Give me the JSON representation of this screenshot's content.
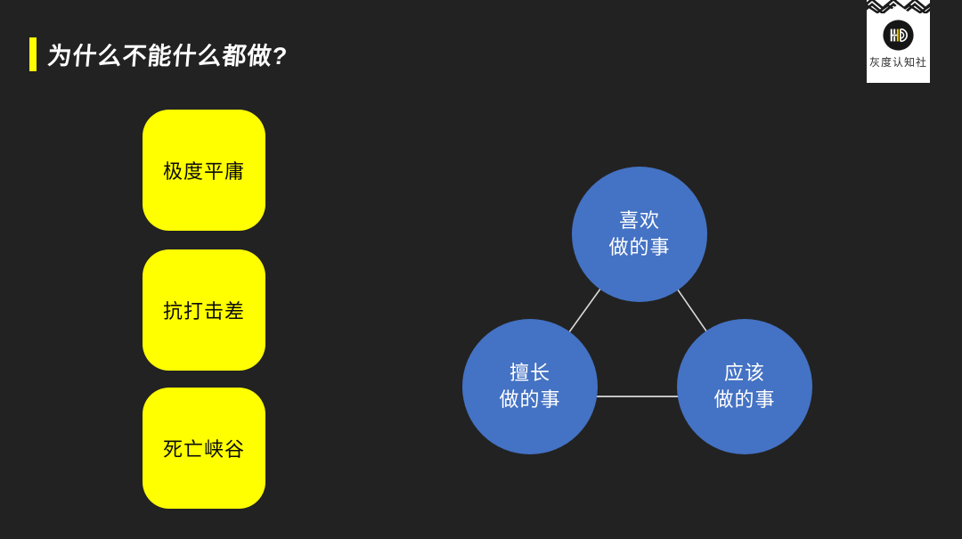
{
  "slide": {
    "title": "为什么不能什么都做?",
    "background_color": "#222222",
    "accent_color": "#FFFF00"
  },
  "left_boxes": [
    {
      "label": "极度平庸"
    },
    {
      "label": "抗打击差"
    },
    {
      "label": "死亡峡谷"
    }
  ],
  "diagram": {
    "circle_color": "#4472C4",
    "line_color": "#DBDBDB",
    "circles": [
      {
        "id": "top",
        "line1": "喜欢",
        "line2": "做的事"
      },
      {
        "id": "left",
        "line1": "擅长",
        "line2": "做的事"
      },
      {
        "id": "right",
        "line1": "应该",
        "line2": "做的事"
      }
    ]
  },
  "logo": {
    "name": "灰度认知社",
    "mark_yellow": "#F2CB05"
  }
}
